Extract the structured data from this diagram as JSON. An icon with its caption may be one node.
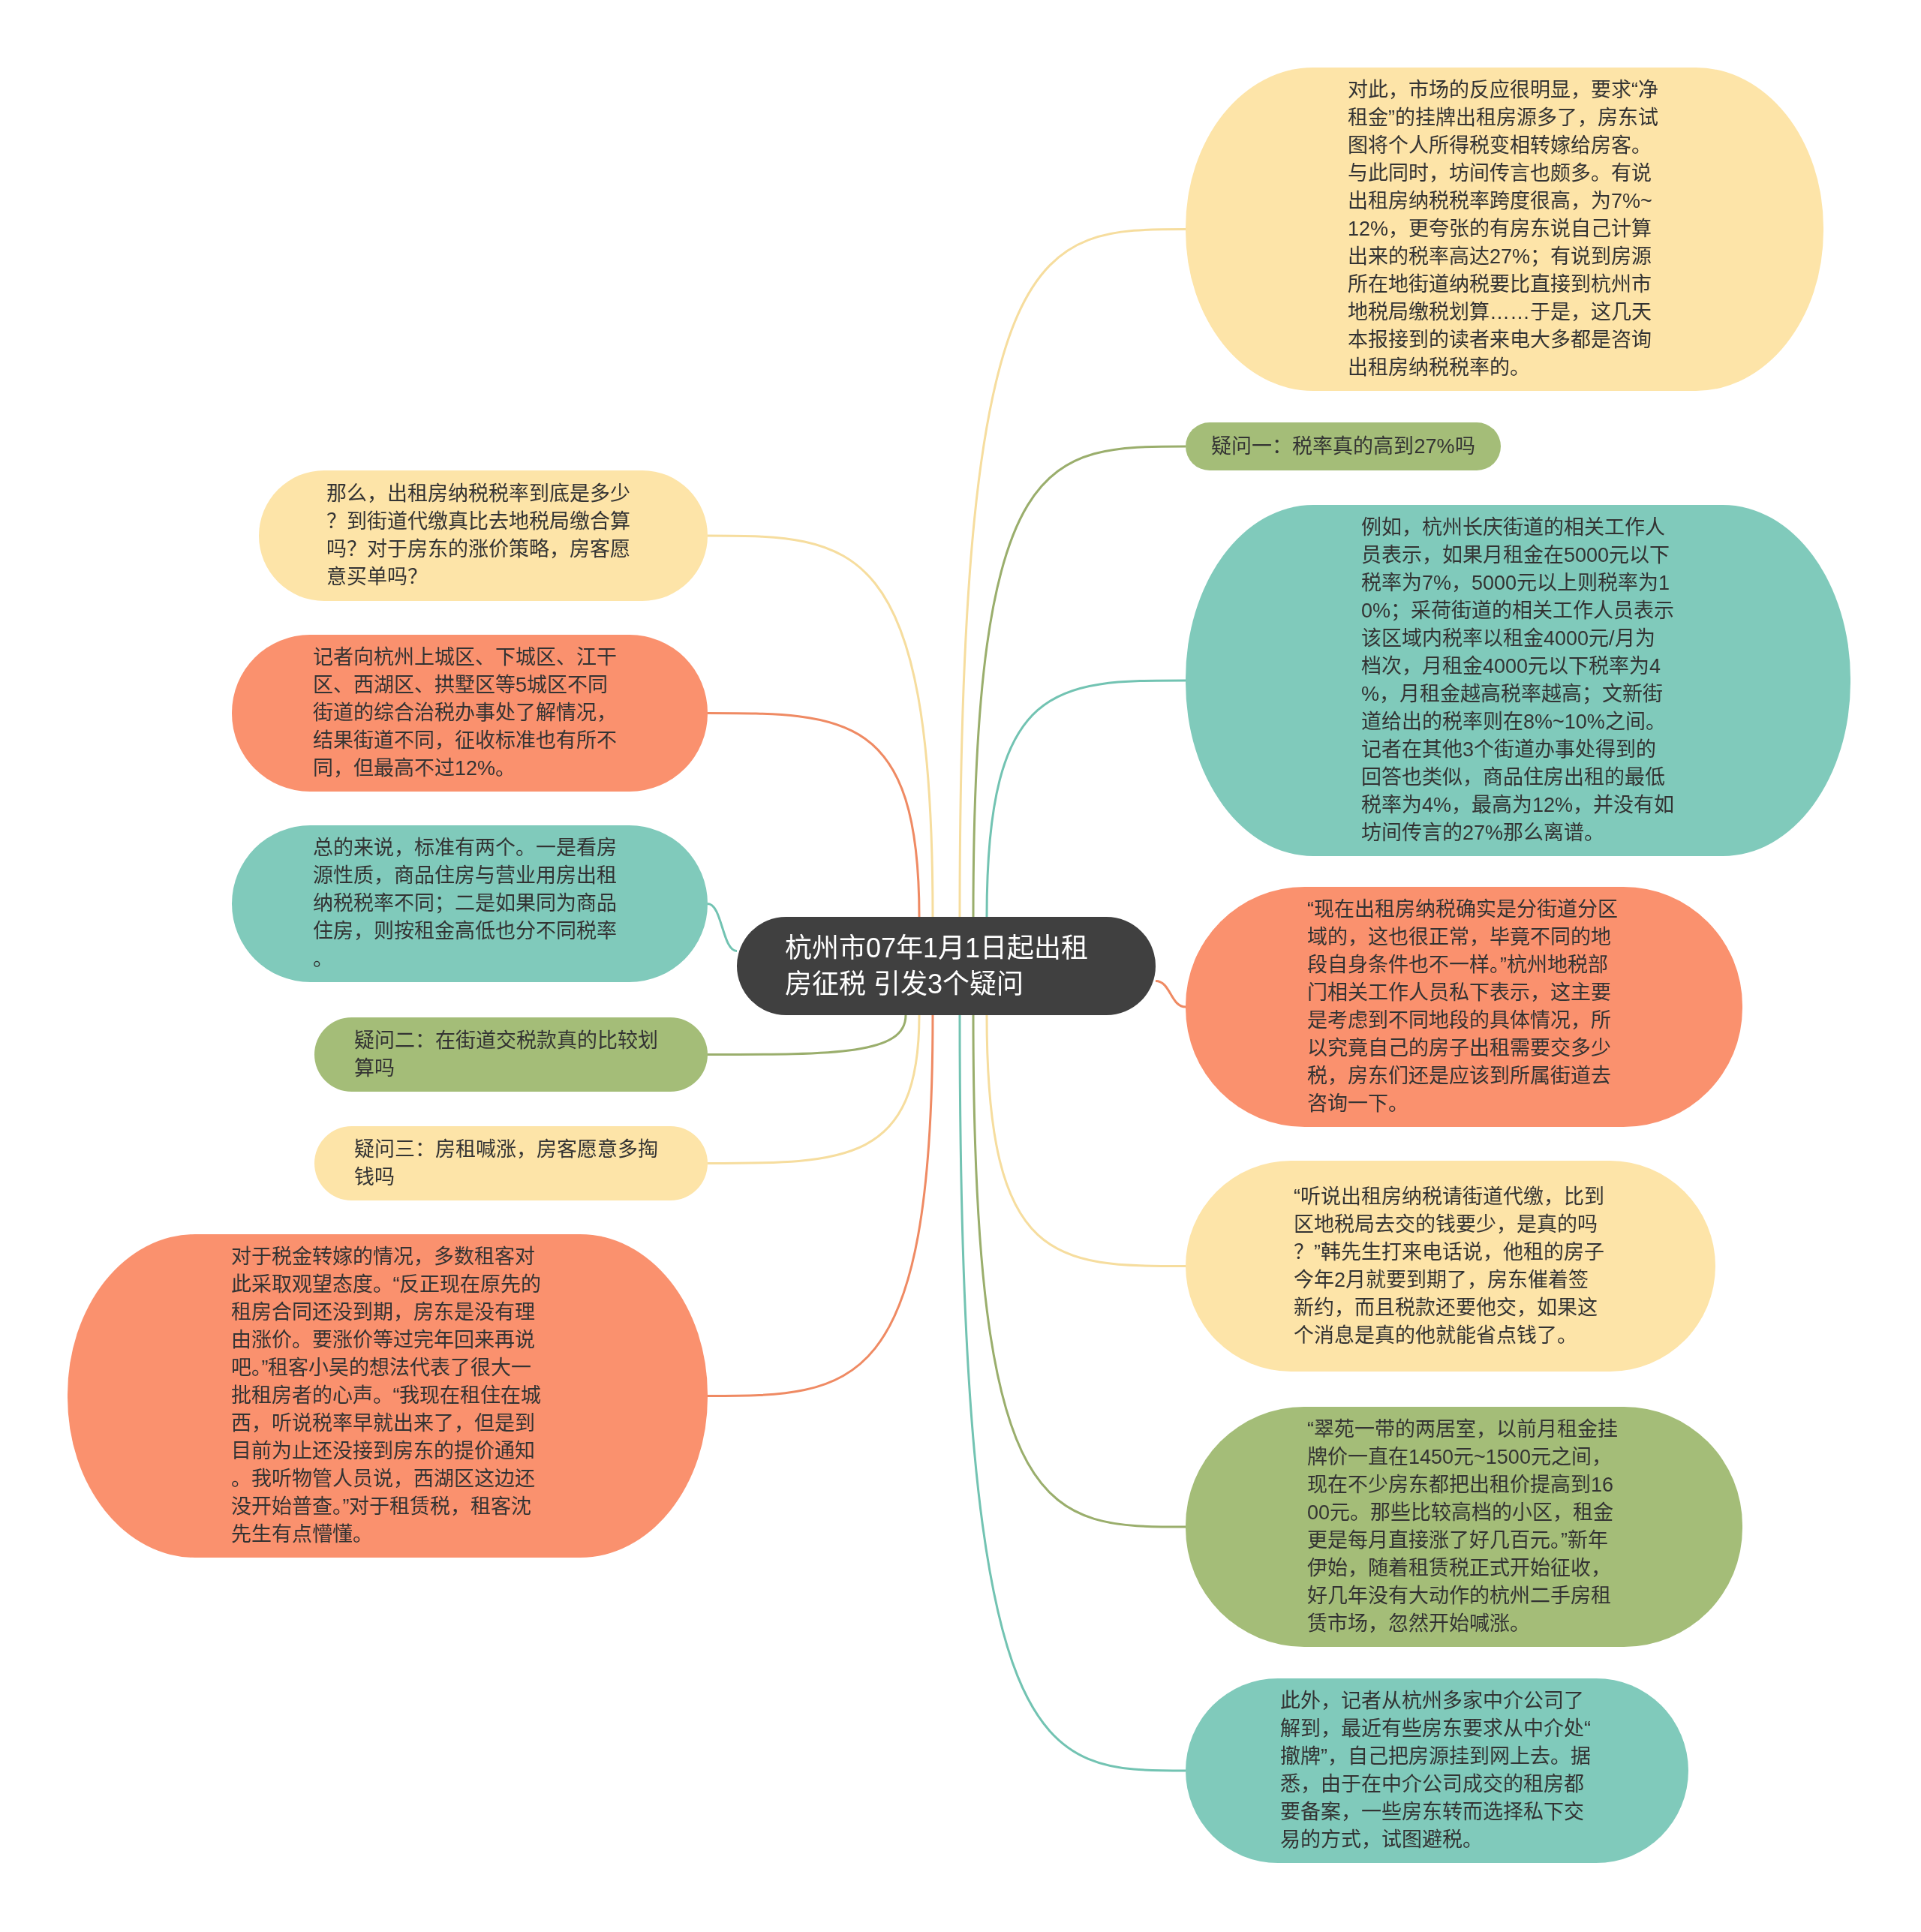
{
  "diagram": {
    "nodes": [
      {
        "text": [
          "杭州市07年1月1日起出租房征税 引发3个疑问"
        ]
      },
      {
        "text": [
          "对此，市场的反应很明显，要求“净租金”的挂牌出租房源多了，房东试图将个人所得税变相转嫁给房客。与此同时，坊间传言也颇多。有说出租房纳税税率跨度很高，为7%~12%，更夸张的有房东说自己计算出来的税率高达27%；有说到房源所在地街道纳税要比直接到杭州市地税局缴税划算……于是，这几天本报接到的读者来电大多都是咨询出租房纳税税率的。"
        ]
      },
      {
        "text": [
          "疑问一：税率真的高到27%吗"
        ]
      },
      {
        "text": [
          "例如，杭州长庆街道的相关工作人员表示，如果月租金在5000元以下税率为7%，5000元以上则税率为10%；采荷街道的相关工作人员表示该区域内税率以租金4000元/月为档次，月租金4000元以下税率为4%，月租金越高税率越高；文新街道给出的税率则在8%~10%之间。记者在其他3个街道办事处得到的回答也类似，商品住房出租的最低税率为4%，最高为12%，并没有如坊间传言的27%那么离谱。"
        ]
      },
      {
        "text": [
          "“现在出租房纳税确实是分街道分区域的，这也很正常，毕竟不同的地段自身条件也不一样。”杭州地税部门相关工作人员私下表示，这主要是考虑到不同地段的具体情况，所以究竟自己的房子出租需要交多少税，房东们还是应该到所属街道去咨询一下。"
        ]
      },
      {
        "text": [
          "“听说出租房纳税请街道代缴，比到区地税局去交的钱要少，是真的吗？”韩先生打来电话说，他租的房子今年2月就要到期了，房东催着签新约，而且税款还要他交，如果这个消息是真的他就能省点钱了。"
        ]
      },
      {
        "text": [
          "“翠苑一带的两居室，以前月租金挂牌价一直在1450元~1500元之间，现在不少房东都把出租价提高到1600元。那些比较高档的小区，租金更是每月直接涨了好几百元。”新年伊始，随着租赁税正式开始征收，好几年没有大动作的杭州二手房租赁市场，忽然开始喊涨。"
        ]
      },
      {
        "text": [
          "此外，记者从杭州多家中介公司了解到，最近有些房东要求从中介处“撤牌”，自己把房源挂到网上去。据悉，由于在中介公司成交的租房都要备案，一些房东转而选择私下交易的方式，试图避税。"
        ]
      },
      {
        "text": [
          "那么，出租房纳税税率到底是多少？到街道代缴真比去地税局缴合算吗？对于房东的涨价策略，房客愿意买单吗？"
        ]
      },
      {
        "text": [
          "记者向杭州上城区、下城区、江干区、西湖区、拱墅区等5城区不同街道的综合治税办事处了解情况，结果街道不同，征收标准也有所不同，但最高不过12%。"
        ]
      },
      {
        "text": [
          "总的来说，标准有两个。一是看房源性质，商品住房与营业用房出租纳税税率不同；二是如果同为商品住房，则按租金高低也分不同税率。"
        ]
      },
      {
        "text": [
          "疑问二：在街道交税款真的比较划算吗"
        ]
      },
      {
        "text": [
          "疑问三：房租喊涨，房客愿意多掏钱吗"
        ]
      },
      {
        "text": [
          "对于税金转嫁的情况，多数租客对此采取观望态度。“反正现在原先的租房合同还没到期，房东是没有理由涨价。要涨价等过完年回来再说吧。”租客小吴的想法代表了很大一批租房者的心声。“我现在租住在城西，听说税率早就出来了，但是到目前为止还没接到房东的提价通知。我听物管人员说，西湖区这边还没开始普查。”对于租赁税，租客沈先生有点懵懂。"
        ]
      }
    ],
    "edges": [
      {
        "from": 0,
        "to": 1,
        "arrow": "none"
      },
      {
        "from": 0,
        "to": 2,
        "arrow": "none",
        "color": "#9aae6c"
      },
      {
        "from": 0,
        "to": 3,
        "arrow": "none",
        "color": "#72c3b2"
      },
      {
        "from": 0,
        "to": 4,
        "arrow": "none",
        "color": "#ef8a63"
      },
      {
        "from": 0,
        "to": 5,
        "arrow": "none"
      },
      {
        "from": 0,
        "to": 6,
        "arrow": "none",
        "color": "#9aae6c"
      },
      {
        "from": 0,
        "to": 7,
        "arrow": "none",
        "color": "#72c3b2"
      },
      {
        "from": 0,
        "to": 8,
        "arrow": "none"
      },
      {
        "from": 0,
        "to": 9,
        "arrow": "none",
        "color": "#ef8a63"
      },
      {
        "from": 0,
        "to": 10,
        "arrow": "none",
        "color": "#72c3b2"
      },
      {
        "from": 0,
        "to": 11,
        "arrow": "none",
        "color": "#9aae6c"
      },
      {
        "from": 0,
        "to": 12,
        "arrow": "none"
      },
      {
        "from": 0,
        "to": 13,
        "arrow": "none",
        "color": "#ef8a63"
      }
    ]
  }
}
